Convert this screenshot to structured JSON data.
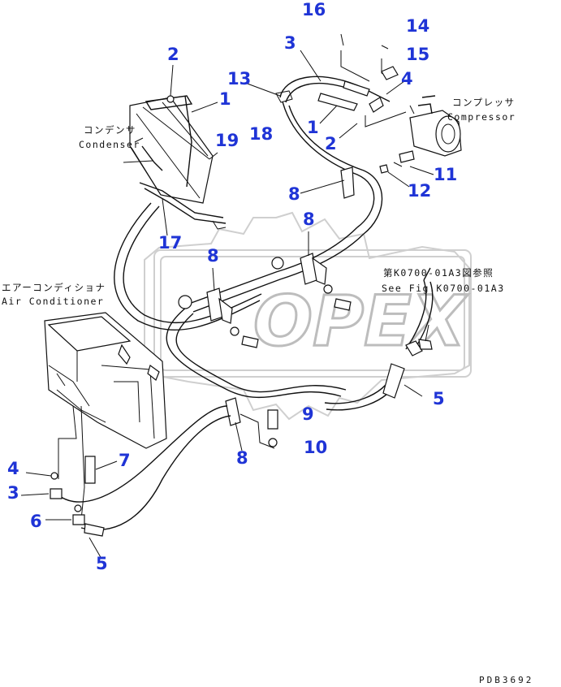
{
  "labels": {
    "condenser_jp": "コンデンサ",
    "condenser_en": "Condenser",
    "compressor_jp": "コンプレッサ",
    "compressor_en": "Compressor",
    "aircon_jp": "エアーコンディショナ",
    "aircon_en": "Air Conditioner",
    "ref_jp": "第K0700-01A3図参照",
    "ref_en": "See Fig.K0700-01A3",
    "drawing_code": "PDB3692",
    "watermark": "OPEX"
  },
  "callouts": {
    "p16": "16",
    "p14": "14",
    "p15": "15",
    "p3a": "3",
    "p4a": "4",
    "p2a": "2",
    "p1a": "1",
    "p13": "13",
    "p1b": "1",
    "p2b": "2",
    "p19": "19",
    "p18": "18",
    "p11": "11",
    "p12": "12",
    "p8a": "8",
    "p17": "17",
    "p8b": "8",
    "p8c": "8",
    "p5a": "5",
    "p9": "9",
    "p10": "10",
    "p8d": "8",
    "p4b": "4",
    "p7": "7",
    "p3b": "3",
    "p6": "6",
    "p5b": "5"
  },
  "colors": {
    "callout": "#1f34d6",
    "line": "#111111",
    "watermark": "#d9d9d9"
  }
}
